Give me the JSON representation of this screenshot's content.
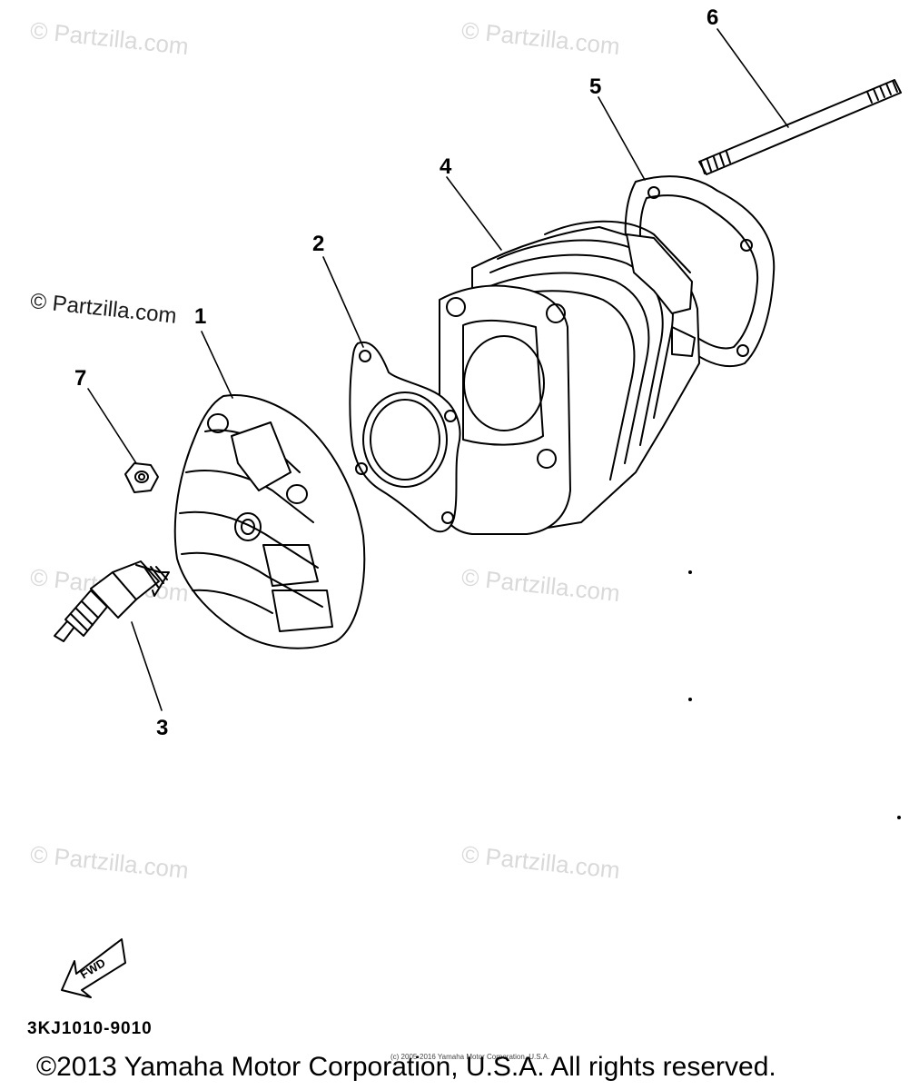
{
  "watermarks": {
    "text": "© Partzilla.com"
  },
  "callouts": {
    "c1": "1",
    "c2": "2",
    "c3": "3",
    "c4": "4",
    "c5": "5",
    "c6": "6",
    "c7": "7"
  },
  "fwd_label": "FWD",
  "diagram_code": "3KJ1010-9010",
  "fine_print": "(c) 2005-2016 Yamaha Motor Corporation, U.S.A.",
  "copyright": "©2013 Yamaha Motor Corporation, U.S.A. All rights reserved."
}
